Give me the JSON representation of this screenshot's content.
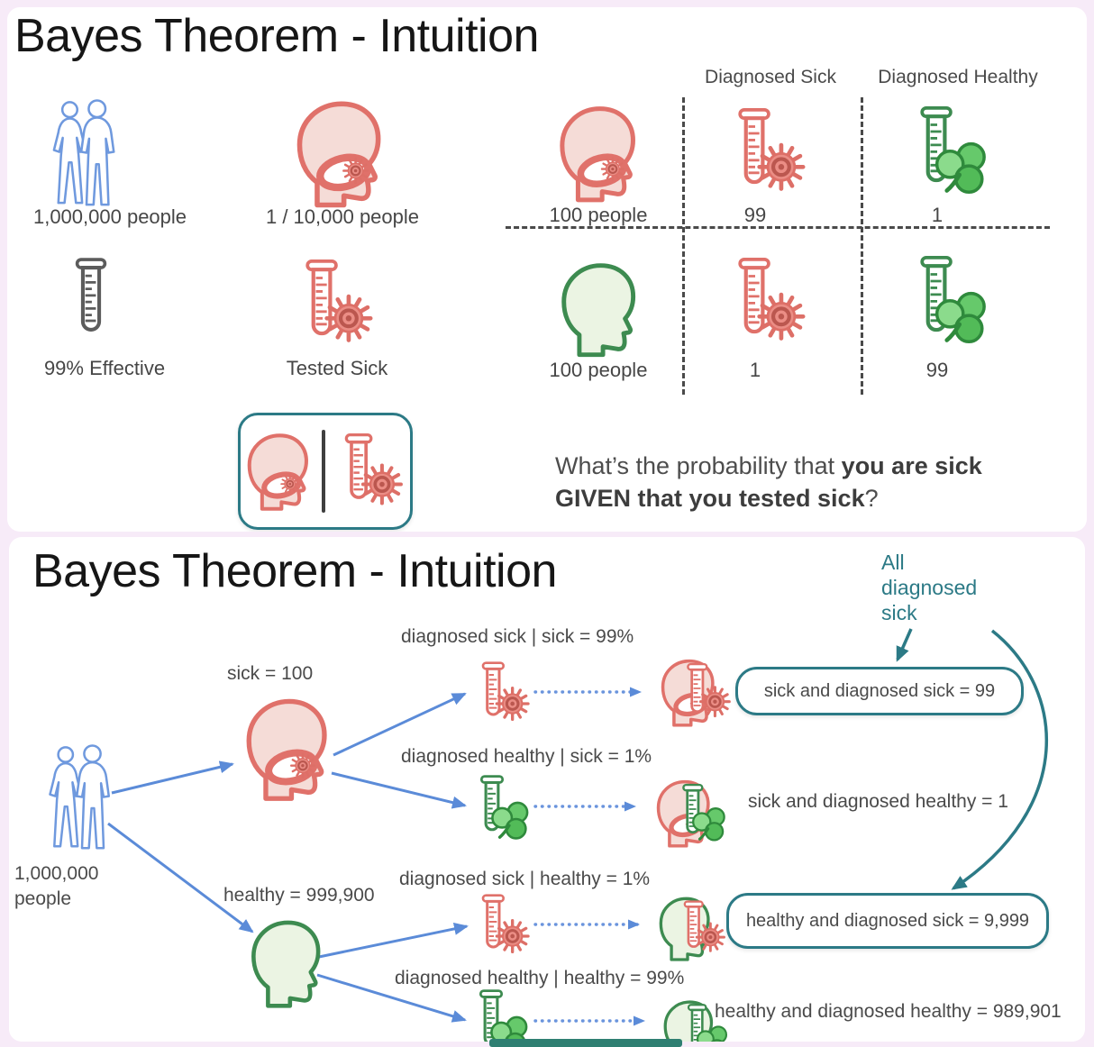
{
  "colors": {
    "background_frame": "#f7ebf8",
    "panel": "#ffffff",
    "sick_red": "#e0716a",
    "sick_fill": "#f5dcd7",
    "healthy_green": "#3d8b50",
    "healthy_fill": "#ebf4e3",
    "arrow_blue": "#5b8bd8",
    "people_blue": "#6f99de",
    "teal_accent": "#2c7a86",
    "text_gray": "#4a4a4a",
    "bottom_bar": "#2f7f72"
  },
  "top": {
    "title": "Bayes Theorem - Intuition",
    "population_label": "1,000,000 people",
    "prevalence_label": "1 / 10,000 people",
    "effectiveness_label": "99% Effective",
    "tested_sick_label": "Tested Sick",
    "table": {
      "header_sick": "Diagnosed Sick",
      "header_healthy": "Diagnosed Healthy",
      "row_sick": {
        "label": "100 people",
        "diagnosed_sick": "99",
        "diagnosed_healthy": "1"
      },
      "row_healthy": {
        "label": "100 people",
        "diagnosed_sick": "1",
        "diagnosed_healthy": "99"
      }
    },
    "question": {
      "lead": "What’s the probability that ",
      "bold1": "you are sick",
      "bold2": "GIVEN that you tested sick",
      "tail": "?"
    }
  },
  "bottom": {
    "title": "Bayes Theorem - Intuition",
    "annotation": "All diagnosed sick",
    "root_label": "1,000,000 people",
    "sick_branch_label": "sick = 100",
    "healthy_branch_label": "healthy = 999,900",
    "cond1": "diagnosed sick | sick = 99%",
    "cond2": "diagnosed healthy | sick = 1%",
    "cond3": "diagnosed sick | healthy = 1%",
    "cond4": "diagnosed healthy | healthy = 99%",
    "result1": "sick and diagnosed sick = 99",
    "result2": "sick and diagnosed healthy = 1",
    "result3": "healthy and diagnosed sick = 9,999",
    "result4": "healthy and diagnosed healthy = 989,901"
  }
}
